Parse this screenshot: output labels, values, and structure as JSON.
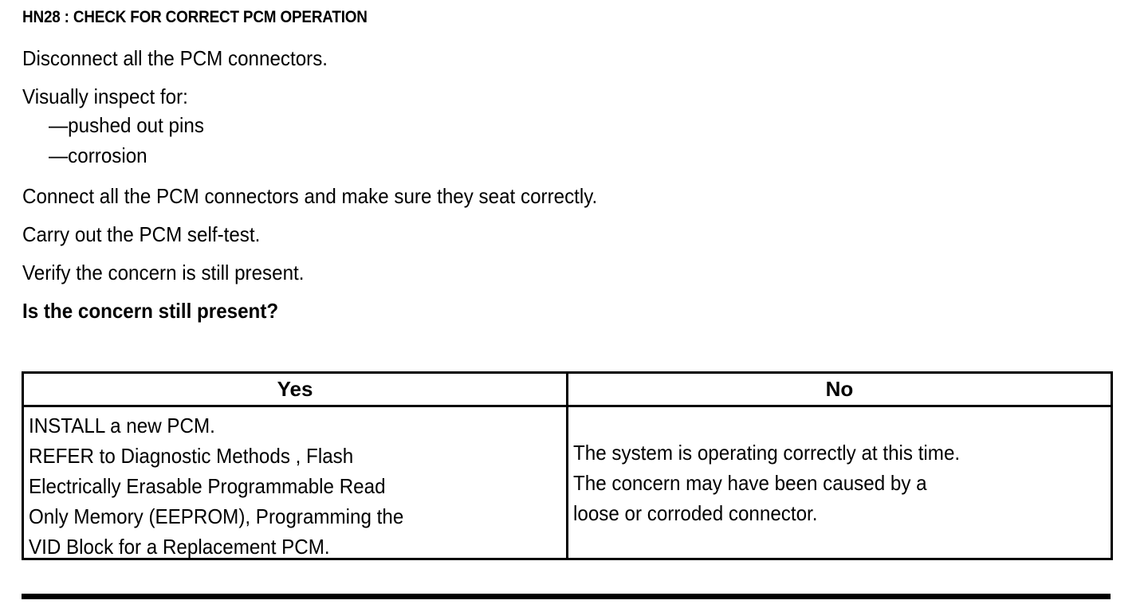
{
  "document": {
    "title": "HN28 : CHECK FOR CORRECT PCM OPERATION",
    "steps": [
      {
        "text": "Disconnect all the PCM connectors.",
        "style": "normal"
      },
      {
        "text": "Visually inspect for:",
        "style": "tight"
      },
      {
        "text": "—pushed out pins",
        "style": "sub"
      },
      {
        "text": "—corrosion",
        "style": "sub"
      },
      {
        "text": "Connect all the PCM connectors and make sure they seat correctly.",
        "style": "normal"
      },
      {
        "text": "Carry out the PCM self-test.",
        "style": "normal"
      },
      {
        "text": "Verify the concern is still present.",
        "style": "normal"
      },
      {
        "text": "Is the concern still present?",
        "style": "question"
      }
    ],
    "decision_table": {
      "headers": [
        "Yes",
        "No"
      ],
      "yes_lines": [
        "INSTALL a new PCM.",
        "REFER to Diagnostic Methods , Flash",
        "Electrically Erasable Programmable Read",
        "Only Memory  (EEPROM), Programming the",
        "VID Block for a Replacement PCM."
      ],
      "no_lines": [
        "The system is operating correctly at this time.",
        "The concern may have been caused by a",
        "loose or corroded connector."
      ]
    }
  },
  "colors": {
    "ink": "#000000",
    "paper": "#ffffff"
  }
}
